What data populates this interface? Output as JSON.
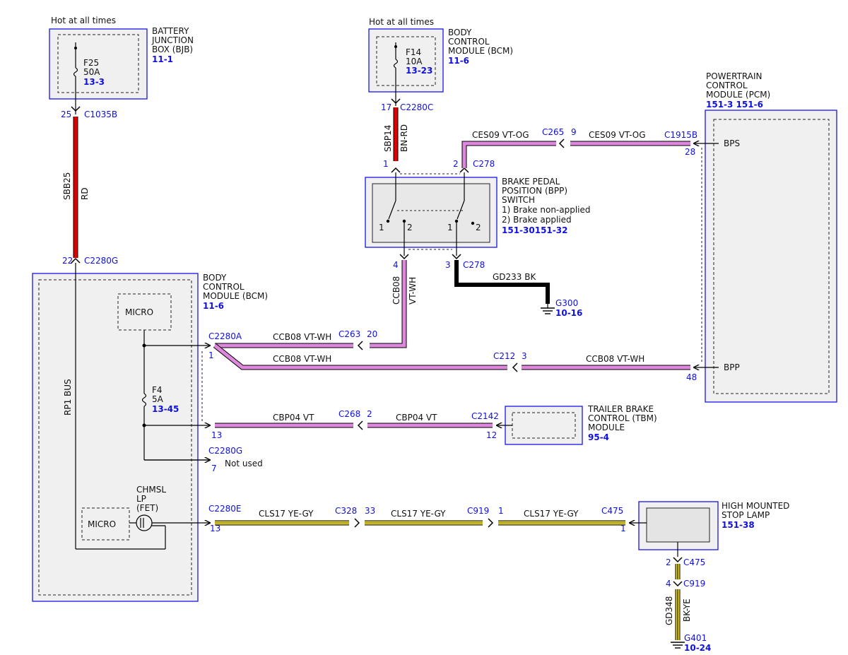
{
  "colors": {
    "connector_text": "#1010e0",
    "module_border": "#1515e6",
    "module_fill": "#f0f0f0",
    "wire_red": "#e00000",
    "wire_pink": "#dd88dd",
    "wire_black": "#000000",
    "wire_yellow": "#e6d21e"
  },
  "bjb": {
    "hot": "Hot at all times",
    "name": [
      "BATTERY",
      "JUNCTION",
      "BOX (BJB)"
    ],
    "ref": "11-1",
    "fuse": "F25",
    "rating": "50A",
    "fuse_ref": "13-3",
    "pin": "25",
    "conn": "C1035B"
  },
  "bcm_top": {
    "hot": "Hot at all times",
    "name": [
      "BODY",
      "CONTROL",
      "MODULE (BCM)"
    ],
    "ref": "11-6",
    "fuse": "F14",
    "rating": "10A",
    "fuse_ref": "13-23",
    "pin": "17",
    "conn": "C2280C"
  },
  "wires": {
    "sbb25": {
      "circuit": "SBB25",
      "color": "RD"
    },
    "sbp14": {
      "circuit": "SBP14",
      "color": "BN-RD"
    },
    "ccb08_v": {
      "circuit": "CCB08",
      "color": "VT-WH"
    },
    "ces09_a": "CES09  VT-OG",
    "ces09_b": "CES09  VT-OG",
    "ccb08_a": "CCB08  VT-WH",
    "ccb08_b": "CCB08  VT-WH",
    "ccb08_c": "CCB08  VT-WH",
    "gd233": "GD233  BK",
    "cbp04_a": "CBP04  VT",
    "cbp04_b": "CBP04  VT",
    "cls17_a": "CLS17  YE-GY",
    "cls17_b": "CLS17  YE-GY",
    "cls17_c": "CLS17  YE-GY",
    "gd348": {
      "circuit": "GD348",
      "color": "BK-YE"
    }
  },
  "pcm": {
    "name": [
      "POWERTRAIN",
      "CONTROL",
      "MODULE (PCM)"
    ],
    "ref": "151-3 151-6",
    "pin_bps": "BPS",
    "pin_bpp": "BPP",
    "pin_28": "28",
    "pin_48": "48"
  },
  "bpp": {
    "name": [
      "BRAKE PEDAL",
      "POSITION (BPP)",
      "SWITCH"
    ],
    "state1": "1) Brake non-applied",
    "state2": "2) Brake applied",
    "ref": "151-30151-32",
    "pin1": "1",
    "pin2": "2",
    "conn_c278": "C278",
    "pin4": "4",
    "pin3": "3",
    "conn_c278_b": "C278",
    "sw1_a": "1",
    "sw1_b": "2",
    "sw2_a": "1",
    "sw2_b": "2"
  },
  "connectors": {
    "c265": "C265",
    "c265_pin": "9",
    "c1915b": "C1915B",
    "c263": "C263",
    "c263_pin": "20",
    "c212": "C212",
    "c212_pin": "3",
    "c268": "C268",
    "c268_pin": "2",
    "c2142": "C2142",
    "c2142_pin": "12",
    "c328": "C328",
    "c328_pin": "33",
    "c919": "C919",
    "c919_pin": "1",
    "c475": "C475",
    "c475_pin": "1"
  },
  "ground_g300": {
    "name": "G300",
    "ref": "10-16"
  },
  "ground_g401": {
    "name": "G401",
    "ref": "10-24"
  },
  "bcm_main": {
    "name": [
      "BODY",
      "CONTROL",
      "MODULE (BCM)"
    ],
    "ref": "11-6",
    "conn_top_pin": "22",
    "conn_top": "C2280G",
    "micro_upper": "MICRO",
    "micro_lower": "MICRO",
    "bus": "RP1 BUS",
    "fuse": "F4",
    "rating": "5A",
    "fuse_ref": "13-45",
    "conn_a": "C2280A",
    "conn_a_pin": "1",
    "conn_13": "13",
    "conn_g": "C2280G",
    "conn_g_pin": "7",
    "not_used": "Not used",
    "fet": [
      "CHMSL",
      "LP",
      "(FET)"
    ],
    "conn_e": "C2280E",
    "conn_e_pin": "13"
  },
  "tbm": {
    "name": [
      "TRAILER BRAKE",
      "CONTROL (TBM)",
      "MODULE"
    ],
    "ref": "95-4"
  },
  "hmsl": {
    "name": [
      "HIGH MOUNTED",
      "STOP LAMP"
    ],
    "ref": "151-38",
    "pin2": "2",
    "conn": "C475",
    "pin4": "4",
    "conn_c919": "C919"
  }
}
